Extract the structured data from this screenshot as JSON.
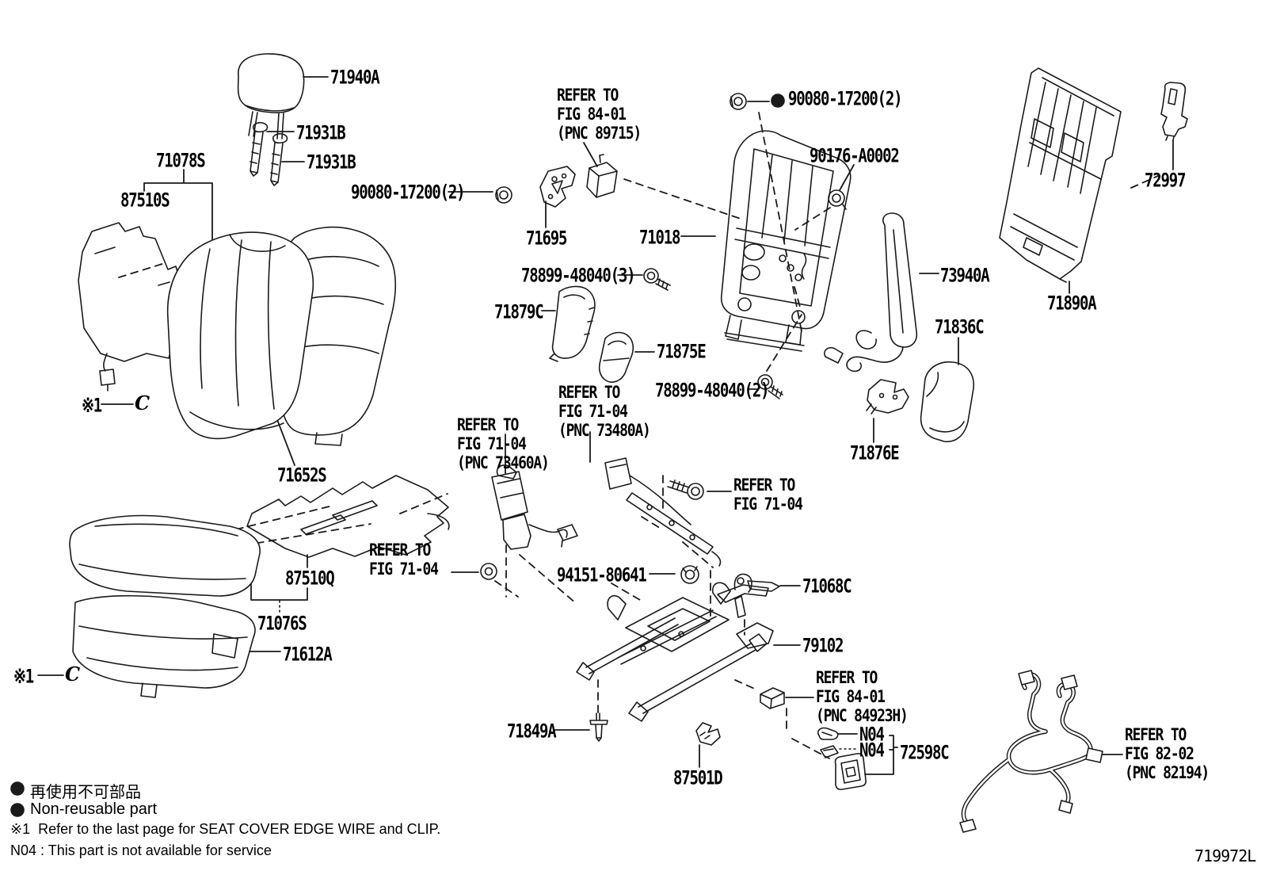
{
  "labels": [
    {
      "text": "71940A"
    },
    {
      "text": "71931B"
    },
    {
      "text": "71931B"
    },
    {
      "text": "71078S"
    },
    {
      "text": "87510S"
    },
    {
      "text": "90080-17200(2)",
      "bullet": true
    },
    {
      "text": "90176-A0002"
    },
    {
      "text": "90080-17200(2)"
    },
    {
      "text": "71695"
    },
    {
      "text": "71018"
    },
    {
      "text": "78899-48040(3)"
    },
    {
      "text": "71879C"
    },
    {
      "text": "73940A"
    },
    {
      "text": "71890A"
    },
    {
      "text": "72997"
    },
    {
      "text": "71875E"
    },
    {
      "text": "78899-48040(2)"
    },
    {
      "text": "71836C"
    },
    {
      "text": "71876E"
    },
    {
      "text": "71652S"
    },
    {
      "text": "87510Q"
    },
    {
      "text": "94151-80641"
    },
    {
      "text": "71068C"
    },
    {
      "text": "71076S"
    },
    {
      "text": "71612A"
    },
    {
      "text": "79102"
    },
    {
      "text": "71849A"
    },
    {
      "text": "N04"
    },
    {
      "text": "N04"
    },
    {
      "text": "72598C"
    },
    {
      "text": "87501D"
    }
  ],
  "refs": [
    {
      "l1": "REFER TO",
      "l2": "FIG 84-01",
      "l3": "(PNC 89715)"
    },
    {
      "l1": "REFER TO",
      "l2": "FIG 71-04",
      "l3": "(PNC 73460A)"
    },
    {
      "l1": "REFER TO",
      "l2": "FIG 71-04",
      "l3": "(PNC 73480A)"
    },
    {
      "l1": "REFER TO",
      "l2": "FIG 71-04"
    },
    {
      "l1": "REFER TO",
      "l2": "FIG 71-04"
    },
    {
      "l1": "REFER TO",
      "l2": "FIG 84-01",
      "l3": "(PNC 84923H)"
    },
    {
      "l1": "REFER TO",
      "l2": "FIG 82-02",
      "l3": "(PNC 82194)"
    }
  ],
  "markers": [
    {
      "sym": "※1",
      "part": "C"
    },
    {
      "sym": "※1",
      "part": "C"
    }
  ],
  "legend": {
    "jp": "再使用不可部品",
    "en": "Non-reusable part",
    "note1_sym": "※1",
    "note1": "Refer to the last page for SEAT COVER EDGE WIRE and CLIP.",
    "note2_sym": "N04",
    "note2": ": This part is not available for service"
  },
  "doc_code": "719972L",
  "colors": {
    "line": "#1a1a1a",
    "background": "#ffffff"
  }
}
